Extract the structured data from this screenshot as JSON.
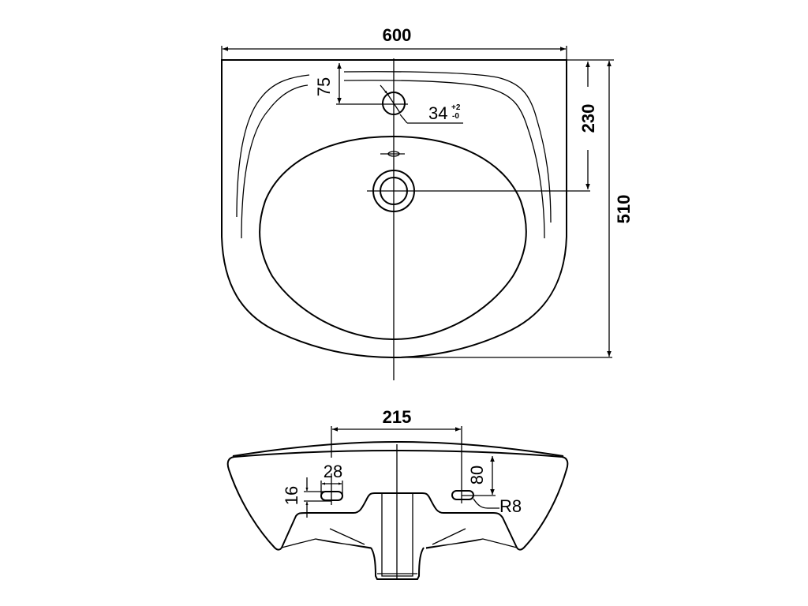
{
  "top_view": {
    "width_dim": "600",
    "depth_dim": "510",
    "drain_offset_dim": "230",
    "tap_offset_dim": "75",
    "tap_hole_dim": "34",
    "tap_hole_tol_upper": "+2",
    "tap_hole_tol_lower": "-0"
  },
  "front_view": {
    "fixing_spacing_dim": "215",
    "slot_length_dim": "28",
    "slot_height_dim": "16",
    "slot_depth_dim": "80",
    "slot_radius_dim": "R8"
  }
}
